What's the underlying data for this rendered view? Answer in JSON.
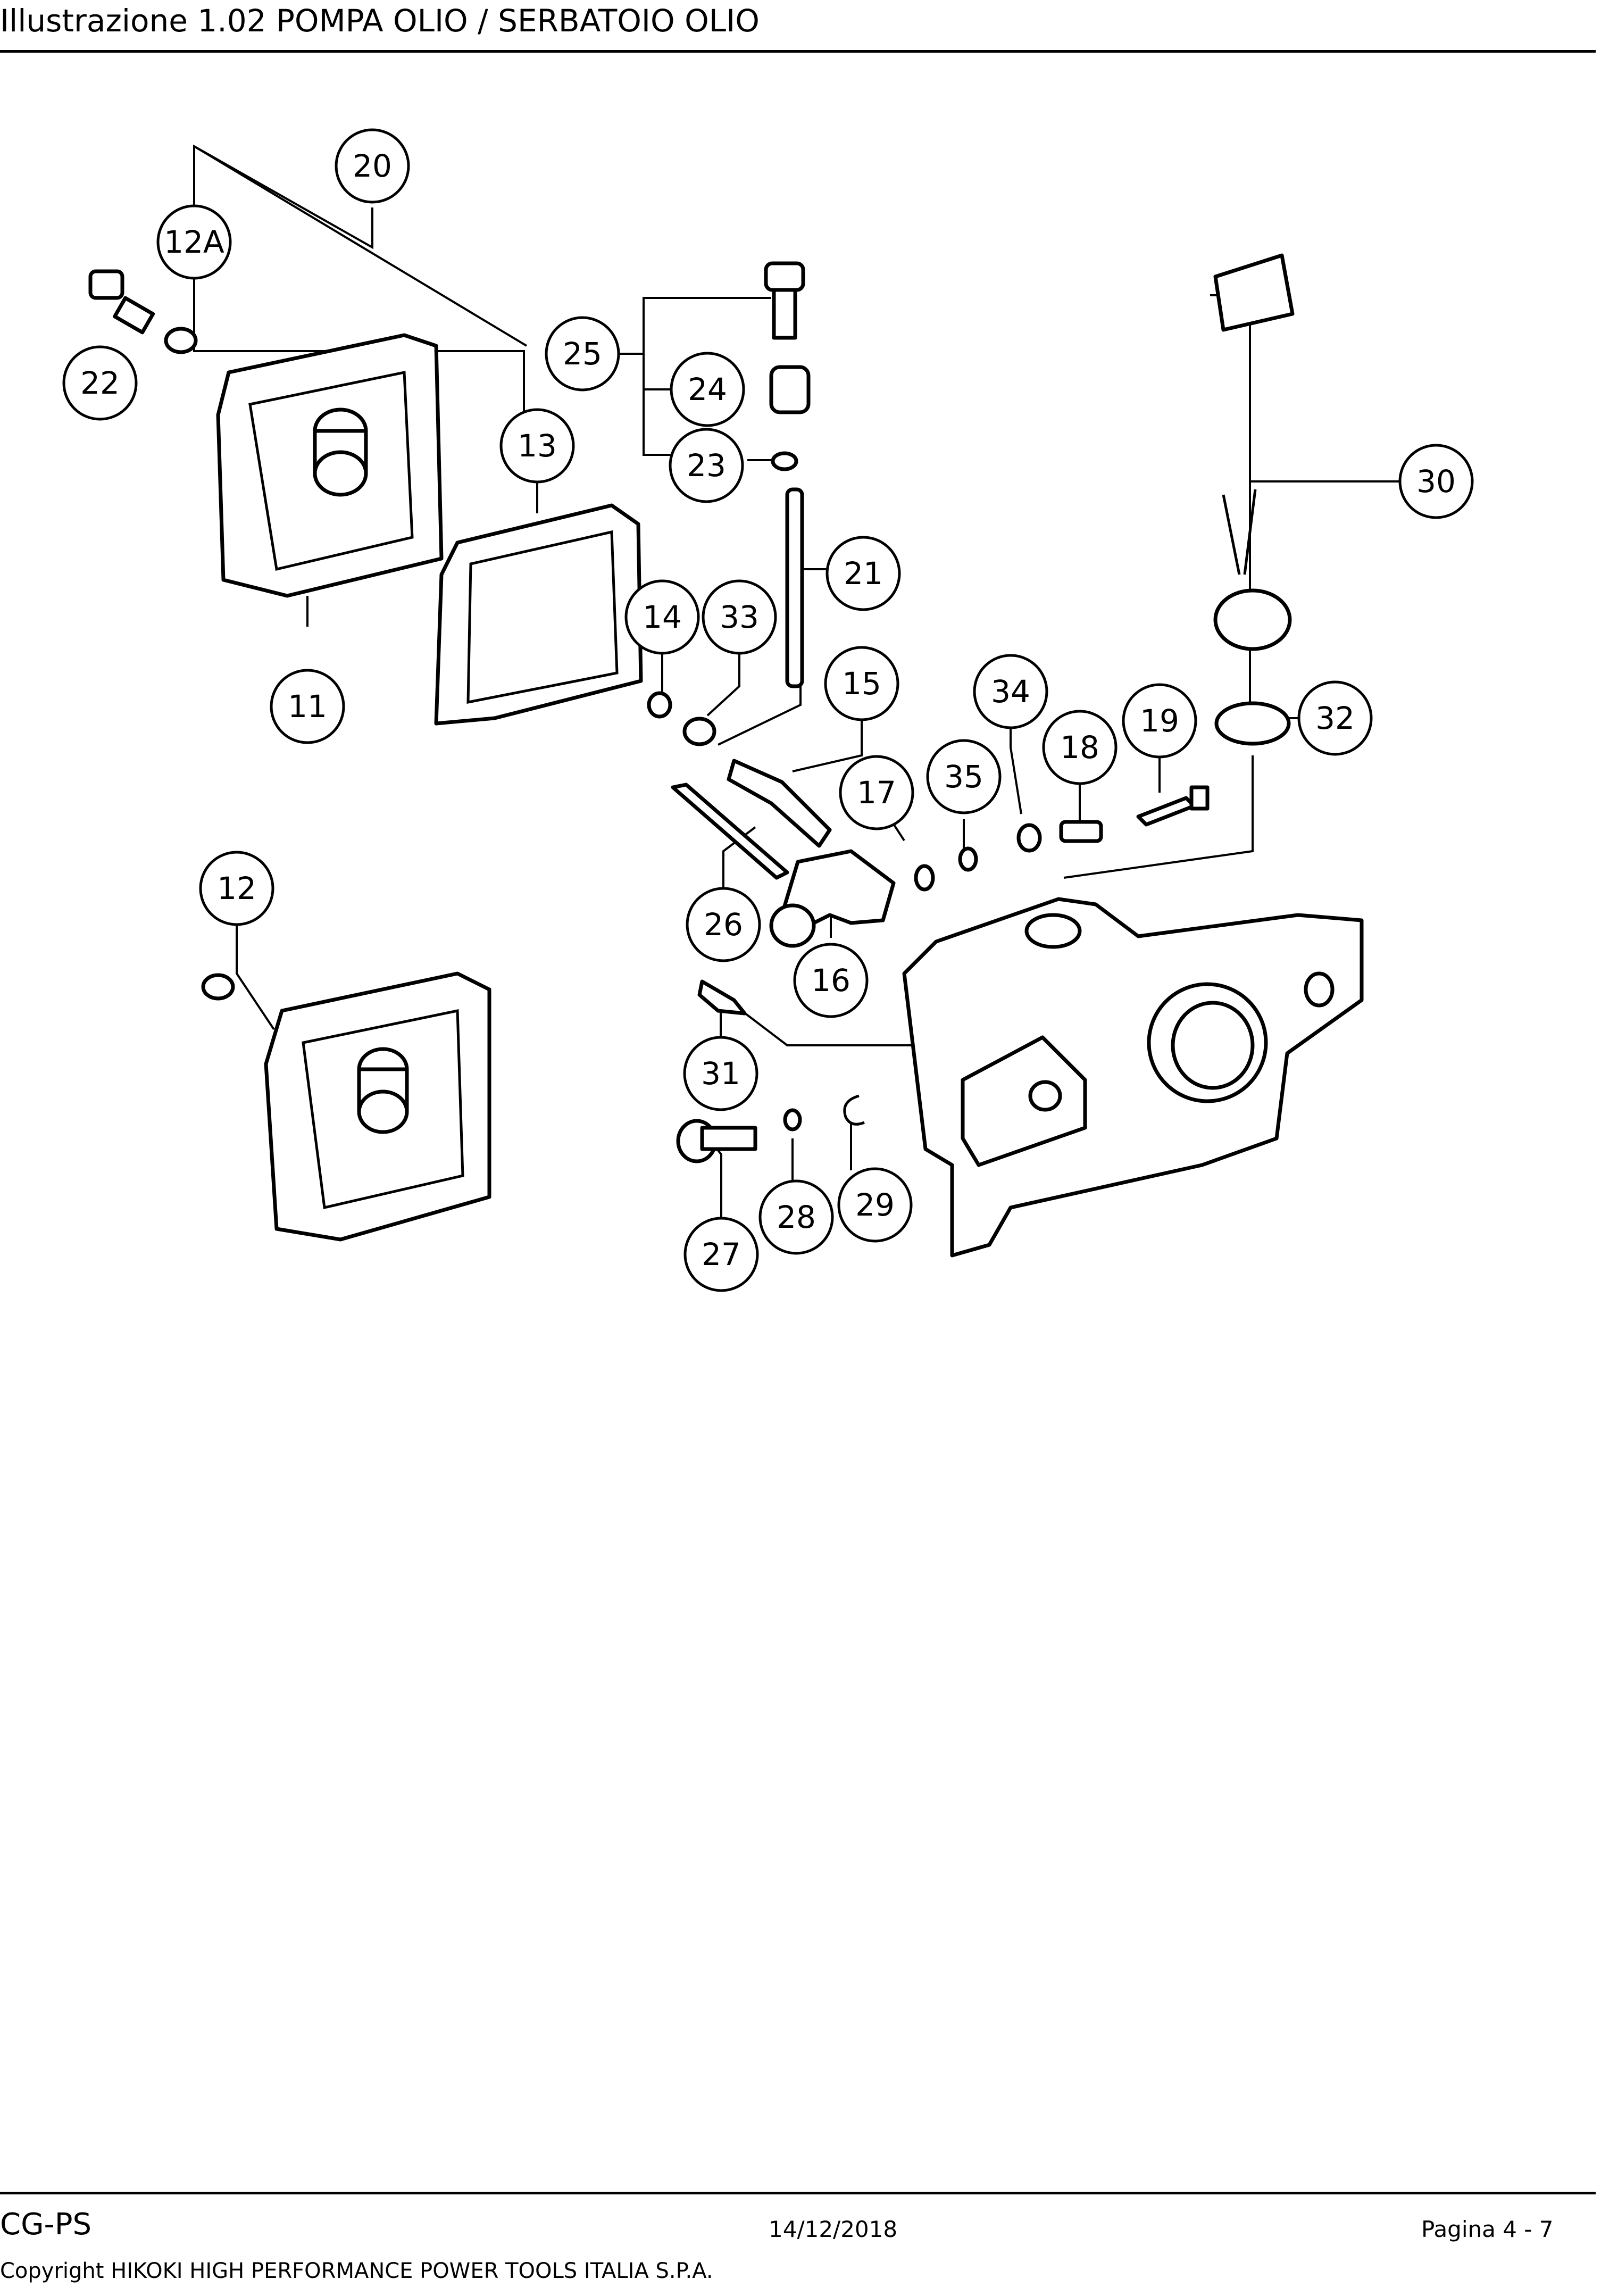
{
  "header": {
    "title": "Illustrazione  1.02 POMPA OLIO / SERBATOIO OLIO"
  },
  "diagram": {
    "callouts": [
      {
        "label": "20"
      },
      {
        "label": "12A"
      },
      {
        "label": "22"
      },
      {
        "label": "25"
      },
      {
        "label": "24"
      },
      {
        "label": "23"
      },
      {
        "label": "13"
      },
      {
        "label": "30"
      },
      {
        "label": "21"
      },
      {
        "label": "14"
      },
      {
        "label": "33"
      },
      {
        "label": "15"
      },
      {
        "label": "11"
      },
      {
        "label": "34"
      },
      {
        "label": "19"
      },
      {
        "label": "32"
      },
      {
        "label": "18"
      },
      {
        "label": "17"
      },
      {
        "label": "35"
      },
      {
        "label": "12"
      },
      {
        "label": "26"
      },
      {
        "label": "16"
      },
      {
        "label": "31"
      },
      {
        "label": "29"
      },
      {
        "label": "28"
      },
      {
        "label": "27"
      }
    ]
  },
  "footer": {
    "code": "CG-PS",
    "date": "14/12/2018",
    "page": "Pagina 4 - 7",
    "copyright": "Copyright HIKOKI HIGH PERFORMANCE POWER TOOLS ITALIA S.P.A."
  }
}
